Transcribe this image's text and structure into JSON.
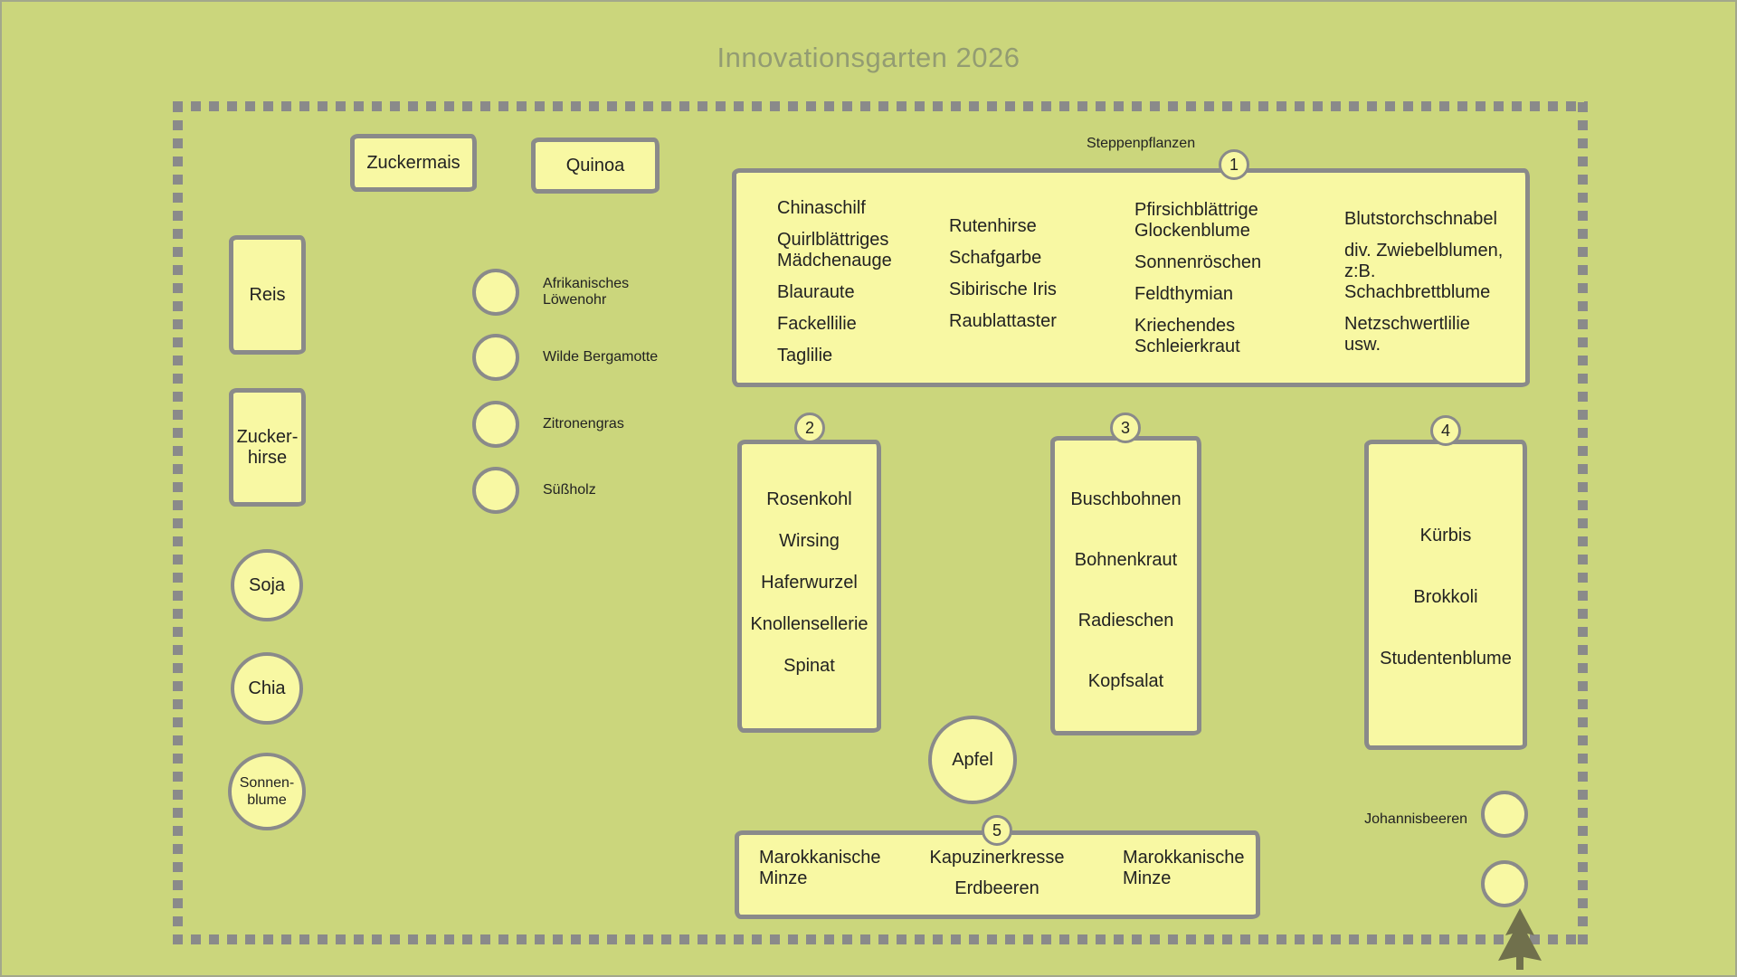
{
  "title": "Innovationsgarten 2026",
  "colors": {
    "background": "#cbd67c",
    "bed_fill": "#f8f8a3",
    "border_gray": "#8a8a8a",
    "title_text": "#939c72",
    "body_text": "#222222",
    "tree_icon": "#70704c"
  },
  "top_beds": {
    "zuckermais": "Zuckermais",
    "quinoa": "Quinoa"
  },
  "left_beds": {
    "reis": "Reis",
    "zuckerhirse_line1": "Zucker-",
    "zuckerhirse_line2": "hirse",
    "soja": "Soja",
    "chia": "Chia",
    "sonnenblume_line1": "Sonnen-",
    "sonnenblume_line2": "blume"
  },
  "herbs": [
    {
      "label": "Afrikanisches Löwenohr"
    },
    {
      "label": "Wilde Bergamotte"
    },
    {
      "label": "Zitronengras"
    },
    {
      "label": "Süßholz"
    }
  ],
  "bed1": {
    "number": "1",
    "title": "Steppenpflanzen",
    "columns": [
      [
        "Chinaschilf",
        "Quirlblättriges Mädchenauge",
        "Blauraute",
        "Fackellilie",
        "Taglilie"
      ],
      [
        "Rutenhirse",
        "Schafgarbe",
        "Sibirische Iris",
        "Raublattaster"
      ],
      [
        "Pfirsichblättrige Glockenblume",
        "Sonnenröschen",
        "Feldthymian",
        "Kriechendes Schleierkraut"
      ],
      [
        "Blutstorchschnabel",
        "div. Zwiebelblumen, z:B. Schachbrettblume",
        "Netzschwertlilie usw."
      ]
    ]
  },
  "bed2": {
    "number": "2",
    "items": [
      "Rosenkohl",
      "Wirsing",
      "Haferwurzel",
      "Knollensellerie",
      "Spinat"
    ]
  },
  "bed3": {
    "number": "3",
    "items": [
      "Buschbohnen",
      "Bohnenkraut",
      "Radieschen",
      "Kopfsalat"
    ]
  },
  "bed4": {
    "number": "4",
    "items": [
      "Kürbis",
      "Brokkoli",
      "Studentenblume"
    ]
  },
  "apfel": "Apfel",
  "bed5": {
    "number": "5",
    "left": "Marokkanische Minze",
    "center_top": "Kapuzinerkresse",
    "center_bottom": "Erdbeeren",
    "right": "Marokkanische Minze"
  },
  "johannisbeeren": "Johannisbeeren"
}
